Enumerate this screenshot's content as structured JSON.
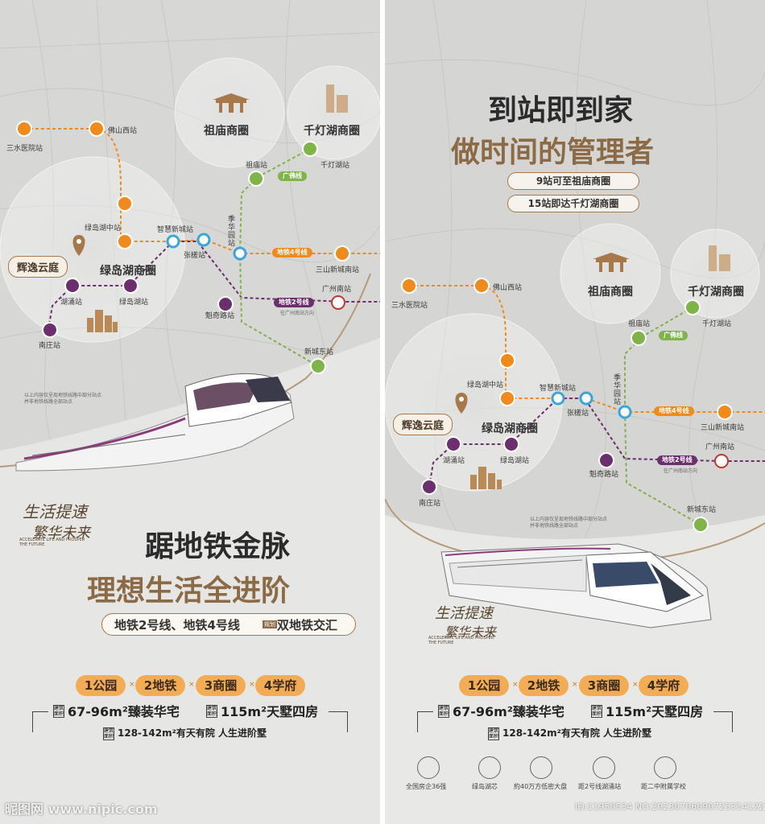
{
  "left": {
    "stations": {
      "sanshui": "三水医院站",
      "foshanxi": "佛山西站",
      "zumiao": "祖庙站",
      "qiandeng": "千灯湖站",
      "lvdaohuzhong": "绿岛湖中站",
      "zhihui": "智慧新城站",
      "zhangcha": "张槎站",
      "jihua": "季华园站",
      "sanshan": "三山新城南站",
      "guangzhounan": "广州南站",
      "kuiqi": "魁奇路站",
      "hutong": "湖涌站",
      "lvdaohu": "绿岛湖站",
      "nanzhuang": "南庄站",
      "xinchengdong": "新城东站"
    },
    "lines": {
      "guangfo": "广佛线",
      "line4": "地铁4号线",
      "line2": "地铁2号线",
      "line2_sub": "往广州南站方向"
    },
    "bubbles": {
      "zumiao": "祖庙商圈",
      "qiandeng": "千灯湖商圈",
      "lvdao": "绿岛湖商圈"
    },
    "project": "辉逸云庭",
    "map_note": "以上内容仅呈现地铁线路中部分站点\n并非地铁线路全部站点",
    "slogan_main": "生活提速",
    "slogan_sub": "繁华未来",
    "slogan_en": "ACCELERATE LIFE AND PROSPER THE FUTURE",
    "headline1": "踞地铁金脉",
    "headline2": "理想生活全进阶",
    "subline": "地铁2号线、地铁4号线",
    "subline_tag": "规划",
    "subline_end": "双地铁交汇"
  },
  "right": {
    "headline1": "到站即到家",
    "headline2": "做时间的管理者",
    "tag1": "9站可至祖庙商圈",
    "tag2": "15站即达千灯湖商圈"
  },
  "common": {
    "pills": [
      "1公园",
      "2地铁",
      "3商圈",
      "4学府"
    ],
    "spec1_tag": "建筑面积",
    "spec1": "67-96m²臻装华宅",
    "spec2_tag": "建筑面积",
    "spec2": "115m²天墅四房",
    "spec3_tag": "建筑面积",
    "spec3": "128-142m²有天有院 人生进阶墅",
    "features": [
      "全国房企36强",
      "绿岛湖芯",
      "約40万方低密大盘",
      "距2号线湖涌站",
      "距二中附属学校"
    ]
  },
  "footer": {
    "site": "昵图网 www.nipic.com",
    "id": "ID:11950534 NO:20230706090723314122"
  },
  "colors": {
    "orange": "#f08a1c",
    "purple": "#6b2f6d",
    "green": "#7fb449",
    "blue": "#3aa7d8",
    "brown": "#8b6a45",
    "pill": "#f2ac56"
  }
}
